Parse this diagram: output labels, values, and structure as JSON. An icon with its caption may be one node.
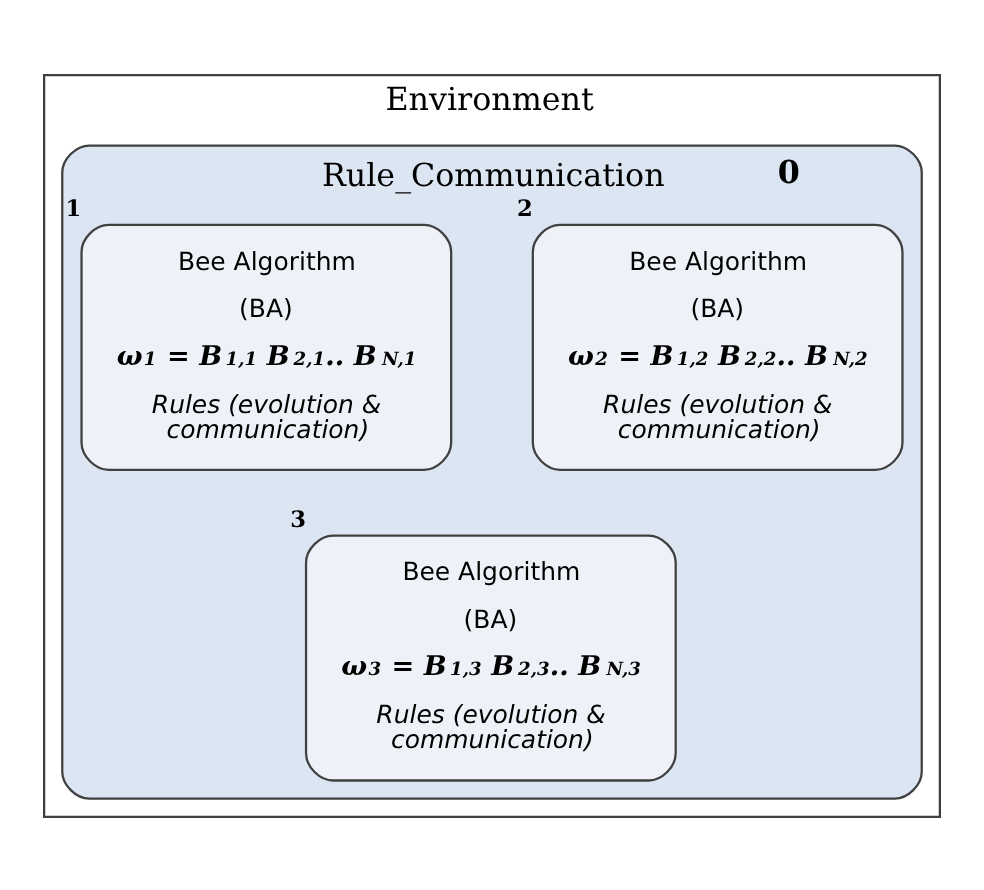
{
  "diagram": {
    "nodes": [
      {
        "text": [
          "Environment"
        ]
      },
      {
        "text": [
          "Rule_Communication"
        ],
        "beside": [
          "0"
        ],
        "in": 0
      },
      {
        "text": [
          "Bee Algorithm",
          "(BA)",
          "ω$_{1}$ = B$^{1,1}$ B$^{2,1}$.. B$^{N,1}$",
          "Rules (evolution & communication)"
        ],
        "beside": [
          "1"
        ],
        "in": 1
      },
      {
        "text": [
          "Bee Algorithm",
          "(BA)",
          "ω$_{2}$ = B$^{1,2}$ B$^{2,2}$.. B$^{N,2}$",
          "Rules (evolution & communication)"
        ],
        "beside": [
          "2"
        ],
        "in": 1
      },
      {
        "text": [
          "Bee Algorithm",
          "(BA)",
          "ω$_{3}$ = B$^{1,3}$ B$^{2,3}$.. B$^{N,3}$",
          "Rules (evolution & communication)"
        ],
        "beside": [
          "3"
        ],
        "in": 1
      }
    ],
    "edges": []
  }
}
